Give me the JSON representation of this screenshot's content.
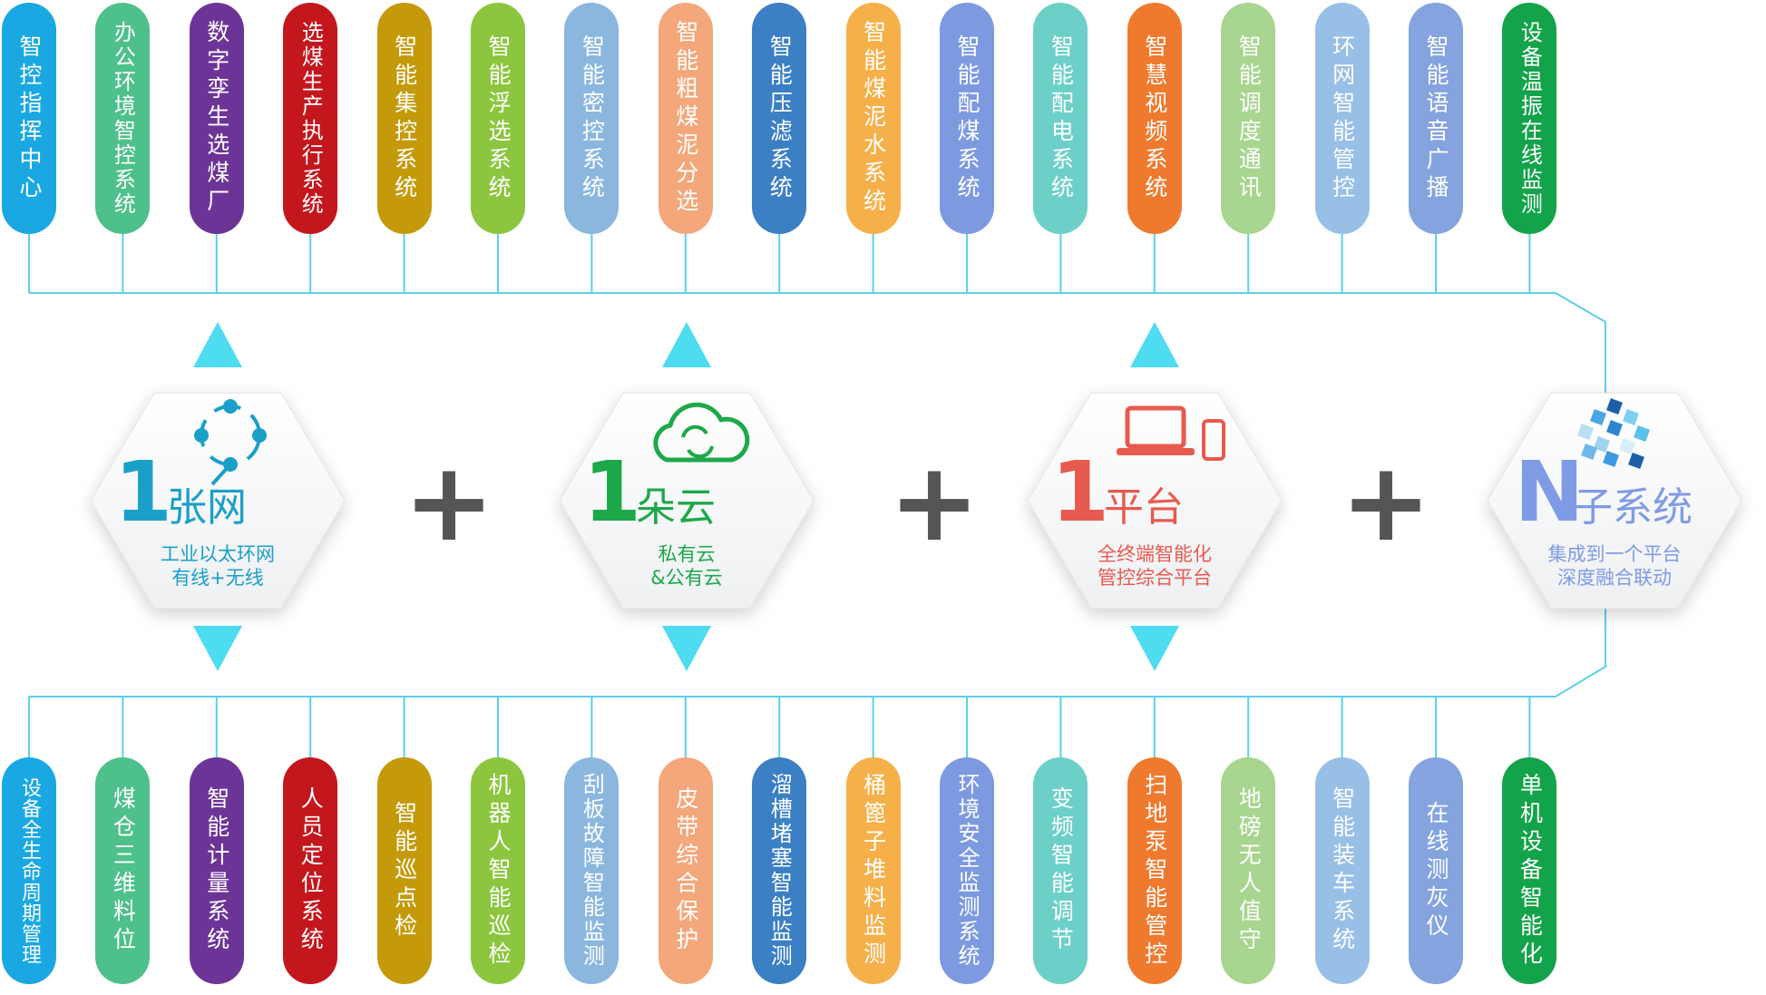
{
  "top_systems": [
    {
      "label": "智控指挥中心",
      "color": "#1aa8e2"
    },
    {
      "label": "办公环境智控系统",
      "color": "#4ec08c"
    },
    {
      "label": "数字孪生选煤厂",
      "color": "#6d3497"
    },
    {
      "label": "选煤生产执行系统",
      "color": "#c4161d"
    },
    {
      "label": "智能集控系统",
      "color": "#c49a0a"
    },
    {
      "label": "智能浮选系统",
      "color": "#8cc63f"
    },
    {
      "label": "智能密控系统",
      "color": "#8bb7df"
    },
    {
      "label": "智能粗煤泥分选",
      "color": "#f3a77a"
    },
    {
      "label": "智能压滤系统",
      "color": "#3b7fc4"
    },
    {
      "label": "智能煤泥水系统",
      "color": "#f6b04a"
    },
    {
      "label": "智能配煤系统",
      "color": "#7d9ae0"
    },
    {
      "label": "智能配电系统",
      "color": "#6dd0c8"
    },
    {
      "label": "智慧视频系统",
      "color": "#ef7a2e"
    },
    {
      "label": "智能调度通讯",
      "color": "#a8d590"
    },
    {
      "label": "环网智能管控",
      "color": "#98bfe6"
    },
    {
      "label": "智能语音广播",
      "color": "#84a3df"
    },
    {
      "label": "设备温振在线监测",
      "color": "#13a34a"
    }
  ],
  "bottom_systems": [
    {
      "label": "设备全生命周期管理",
      "color": "#1aa8e2"
    },
    {
      "label": "煤仓三维料位",
      "color": "#4ec08c"
    },
    {
      "label": "智能计量系统",
      "color": "#6d3497"
    },
    {
      "label": "人员定位系统",
      "color": "#c4161d"
    },
    {
      "label": "智能巡点检",
      "color": "#c49a0a"
    },
    {
      "label": "机器人智能巡检",
      "color": "#8cc63f"
    },
    {
      "label": "刮板故障智能监测",
      "color": "#8bb7df"
    },
    {
      "label": "皮带综合保护",
      "color": "#f3a77a"
    },
    {
      "label": "溜槽堵塞智能监测",
      "color": "#3b7fc4"
    },
    {
      "label": "桶篦子堆料监测",
      "color": "#f6b04a"
    },
    {
      "label": "环境安全监测系统",
      "color": "#7d9ae0"
    },
    {
      "label": "变频智能调节",
      "color": "#6dd0c8"
    },
    {
      "label": "扫地泵智能管控",
      "color": "#ef7a2e"
    },
    {
      "label": "地磅无人值守",
      "color": "#a8d590"
    },
    {
      "label": "智能装车系统",
      "color": "#98bfe6"
    },
    {
      "label": "在线测灰仪",
      "color": "#84a3df"
    },
    {
      "label": "单机设备智能化",
      "color": "#13a34a"
    }
  ],
  "core": [
    {
      "numeral": "1",
      "title": "张网",
      "sub1": "工业以太环网",
      "sub2": "有线+无线",
      "icon": "network-nodes-icon",
      "color": "#1aa0c8"
    },
    {
      "numeral": "1",
      "title": "朵云",
      "sub1": "私有云",
      "sub2": "&公有云",
      "icon": "cloud-sync-icon",
      "color": "#1da84a"
    },
    {
      "numeral": "1",
      "title": "平台",
      "sub1": "全终端智能化",
      "sub2": "管控综合平台",
      "icon": "laptop-phone-icon",
      "color": "#e85a4f"
    },
    {
      "numeral": "N",
      "title": "子系统",
      "sub1": "集成到一个平台",
      "sub2": "深度融合联动",
      "icon": "cubes-cluster-icon",
      "color": "#7f9be6"
    }
  ],
  "plus_symbol": "+",
  "line_color": "#5cd0ea",
  "arrow_color": "#4ddcf0"
}
